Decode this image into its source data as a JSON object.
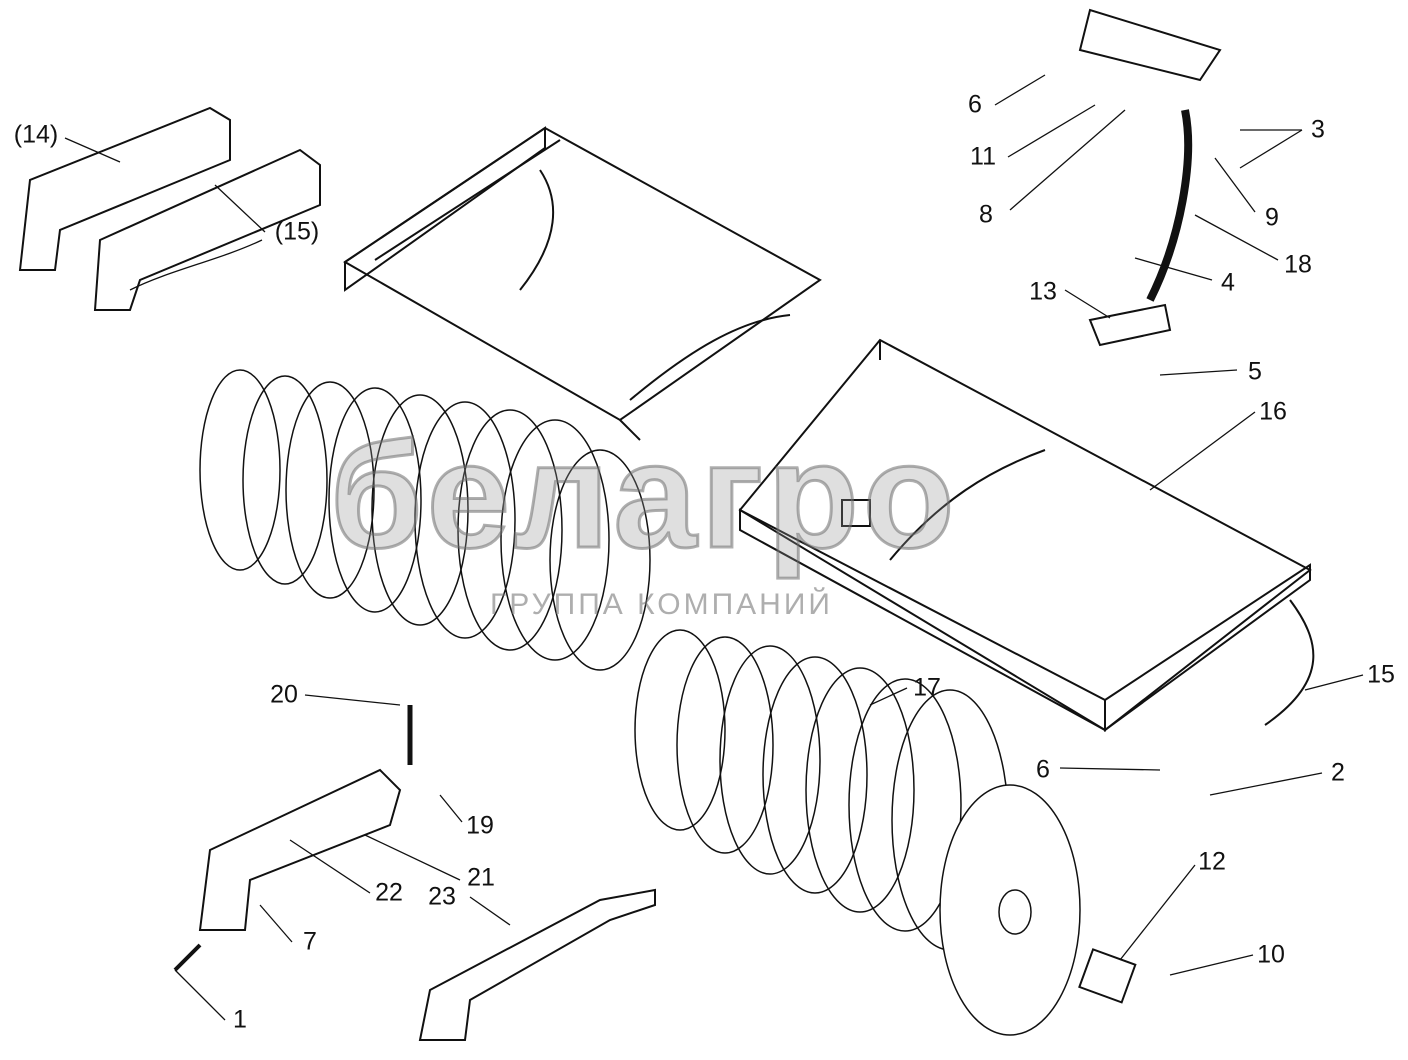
{
  "diagram": {
    "type": "exploded-parts-drawing",
    "watermark": {
      "brand": "белагро",
      "subtitle": "ГРУППА КОМПАНИЙ"
    },
    "part_labels": [
      "(14)",
      "(15)",
      "6",
      "11",
      "8",
      "3",
      "9",
      "18",
      "4",
      "13",
      "5",
      "16",
      "15",
      "17",
      "20",
      "6",
      "2",
      "19",
      "21",
      "22",
      "23",
      "12",
      "7",
      "10",
      "1"
    ]
  }
}
